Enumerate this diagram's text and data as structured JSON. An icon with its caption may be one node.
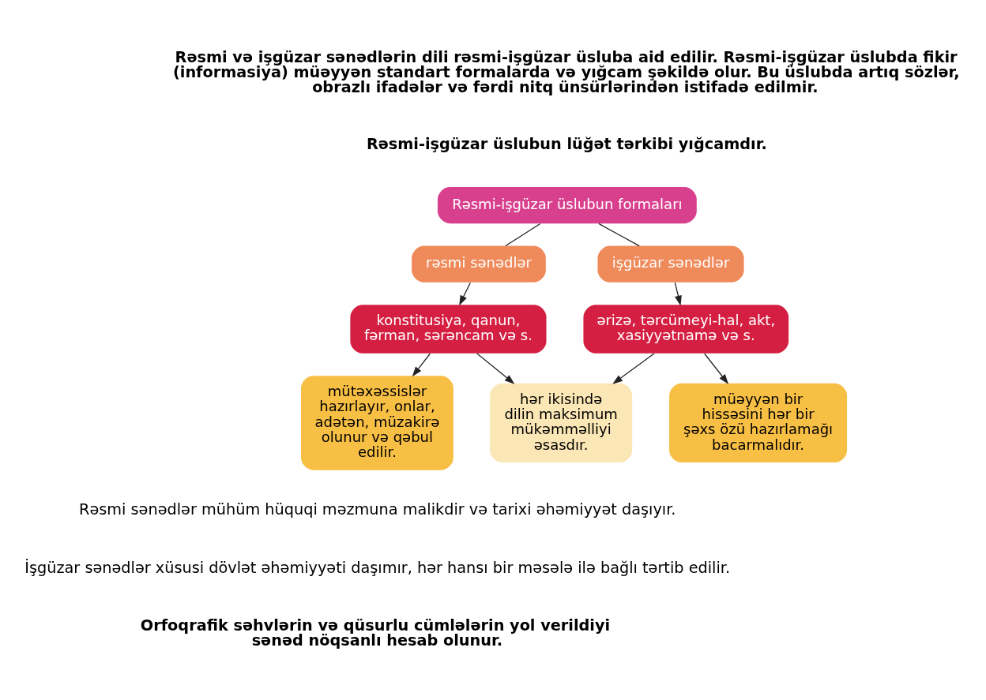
{
  "diagram": {
    "nodes": [
      {
        "text": [
          "Rəsmi-işgüzar üslubun formaları"
        ]
      },
      {
        "text": [
          "rəsmi sənədlər"
        ]
      },
      {
        "text": [
          "işgüzar sənədlər"
        ]
      },
      {
        "text": [
          "konstitusiya, qanun, fərman, sərəncam və s."
        ]
      },
      {
        "text": [
          "ərizə, tərcümeyi-hal, akt, xasiyyətnamə və s."
        ]
      },
      {
        "text": [
          "hər ikisində dilin maksimum mükəmməlliyi əsasdır."
        ]
      },
      {
        "text": [
          "mütəxəssislər hazırlayır, onlar, adətən, müzakirə olunur və qəbul edilir."
        ]
      },
      {
        "text": [
          "müəyyən bir hissəsini hər bir şəxs özü hazırlamağı bacarmalıdır."
        ]
      }
    ],
    "edges": [
      {
        "from": 0,
        "to": 1,
        "arrow": "none"
      },
      {
        "from": 0,
        "to": 2,
        "arrow": "none"
      },
      {
        "from": 1,
        "to": 3,
        "arrow": "to"
      },
      {
        "from": 2,
        "to": 4,
        "arrow": "to"
      },
      {
        "from": 3,
        "to": 5,
        "arrow": "to"
      },
      {
        "from": 4,
        "to": 5,
        "arrow": "to"
      },
      {
        "from": 3,
        "to": 6,
        "arrow": "to"
      },
      {
        "from": 4,
        "to": 7,
        "arrow": "to"
      }
    ],
    "labels": [
      "Rəsmi və işgüzar sənədlərin dili rəsmi-işgüzar üsluba aid edilir. Rəsmi-işgüzar üslubda fikir (informasiya) müəyyən standart formalarda və yığcam şəkildə olur. Bu üslubda artıq sözlər, obrazlı ifadələr və fərdi nitq ünsürlərindən istifadə edilmir.",
      "Rəsmi-işgüzar üslubun lüğət tərkibi yığcamdır.",
      "Rəsmi sənədlər mühüm hüquqi məzmuna malikdir və tarixi əhəmiyyət daşıyır.",
      "İşgüzar sənədlər xüsusi dövlət əhəmiyyəti daşımır, hər hansı bir məsələ ilə bağlı tərtib edilir.",
      "Orfoqrafik səhvlərin və qüsurlu cümlələrin yol verildiyi sənəd nöqsanlı hesab olunur."
    ]
  }
}
